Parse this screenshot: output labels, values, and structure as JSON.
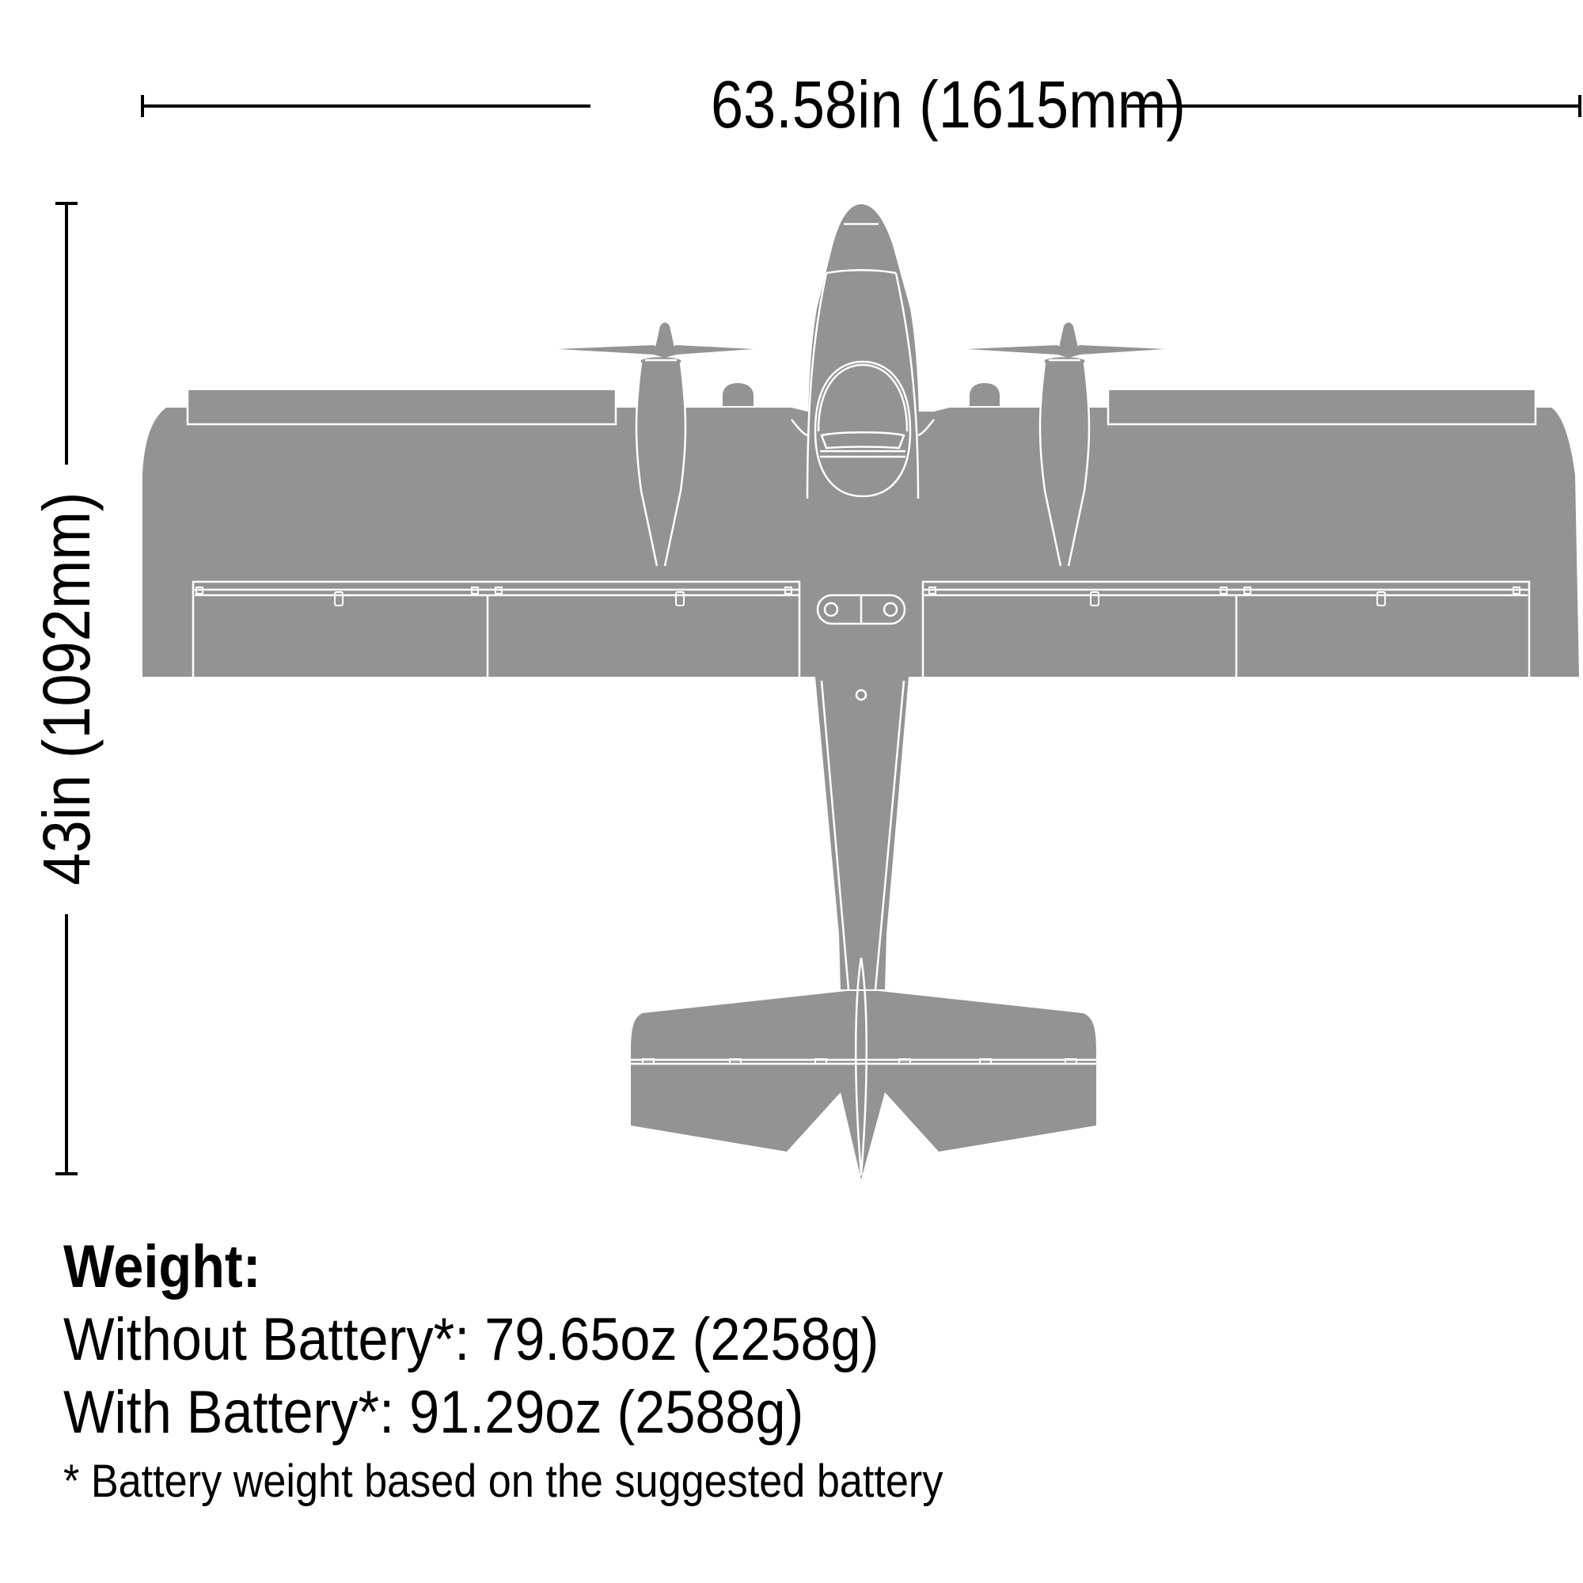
{
  "dimensions": {
    "wingspan": {
      "label": "63.58in (1615mm)",
      "inches": 63.58,
      "mm": 1615
    },
    "length": {
      "label": "43in (1092mm)",
      "inches": 43,
      "mm": 1092
    }
  },
  "weight": {
    "heading": "Weight:",
    "without_battery": {
      "label": "Without Battery*: 79.65oz (2258g)",
      "oz": 79.65,
      "g": 2258
    },
    "with_battery": {
      "label": "With Battery*: 91.29oz (2588g)",
      "oz": 91.29,
      "g": 2588
    },
    "footnote": "* Battery weight based on the suggested battery"
  },
  "diagram": {
    "subject": "twin-engine RC airplane top view",
    "colors": {
      "silhouette": "#939393",
      "outline": "#ffffff",
      "text": "#000000",
      "background": "#ffffff"
    }
  }
}
